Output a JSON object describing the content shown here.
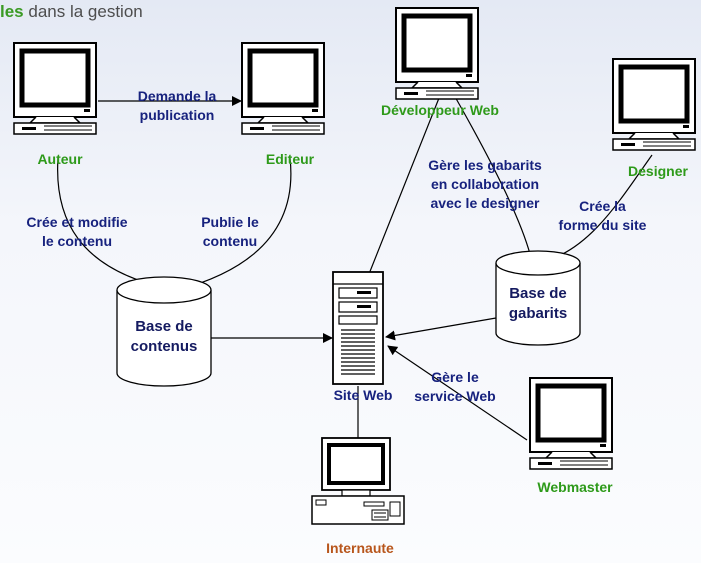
{
  "title": {
    "prefix": "les",
    "rest": " dans la gestion"
  },
  "nodes": {
    "auteur": "Auteur",
    "editeur": "Editeur",
    "developpeur": "Développeur Web",
    "designer": "Designer",
    "webmaster": "Webmaster",
    "internaute": "Internaute",
    "site_web": "Site Web"
  },
  "databases": {
    "contenus": "Base de\ncontenus",
    "gabarits": "Base de\ngabarits"
  },
  "edges": {
    "demande": "Demande la\npublication",
    "cree_modifie": "Crée et modifie\nle contenu",
    "publie": "Publie le\ncontenu",
    "gere_gabarits": "Gère les gabarits\nen collaboration\navec le designer",
    "cree_forme": "Crée la\nforme du site",
    "gere_service": "Gère le\nservice Web"
  },
  "colors": {
    "role": "#2e9a1a",
    "internaute": "#b8561c",
    "edge_text": "#17227e",
    "monitor_screen": "#ffffff",
    "cylinder_fill": "#ffffff"
  }
}
